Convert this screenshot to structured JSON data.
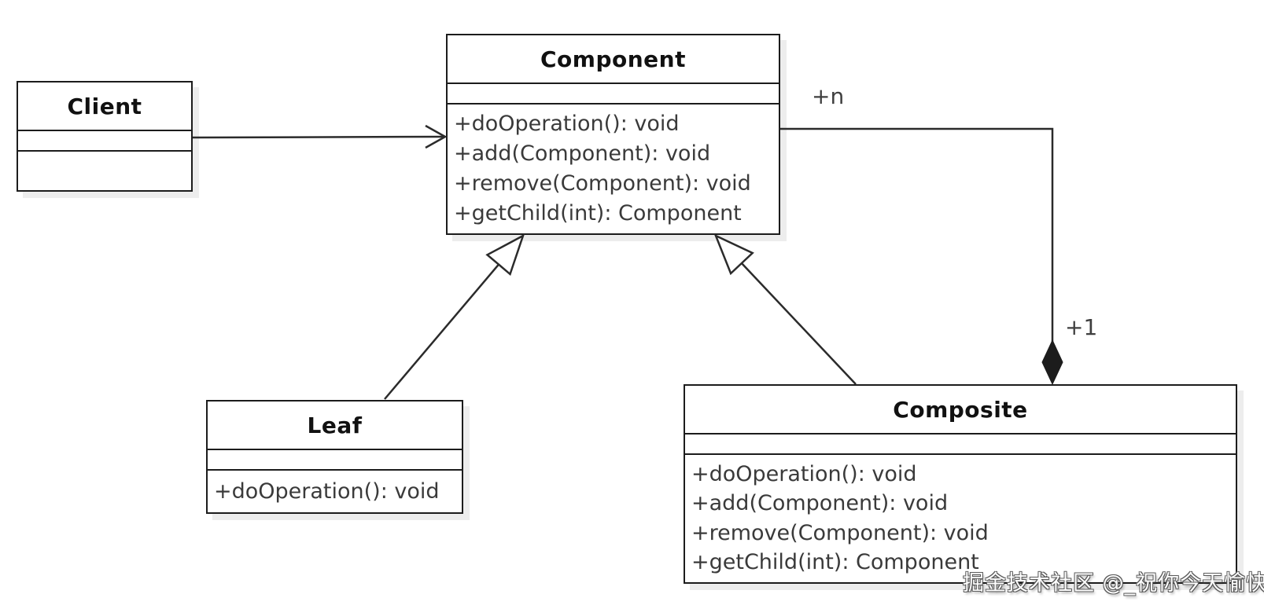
{
  "diagram": {
    "classes": [
      {
        "name": "Client",
        "attributes": [],
        "methods": []
      },
      {
        "name": "Component",
        "attributes": [],
        "methods": [
          "+doOperation(): void",
          "+add(Component): void",
          "+remove(Component): void",
          "+getChild(int): Component"
        ]
      },
      {
        "name": "Leaf",
        "attributes": [],
        "methods": [
          "+doOperation(): void"
        ]
      },
      {
        "name": "Composite",
        "attributes": [],
        "methods": [
          "+doOperation(): void",
          "+add(Component): void",
          "+remove(Component): void",
          "+getChild(int): Component"
        ]
      }
    ],
    "relationships": [
      {
        "type": "association",
        "from": "Client",
        "to": "Component",
        "arrowhead": "open-arrow"
      },
      {
        "type": "generalization",
        "from": "Leaf",
        "to": "Component",
        "arrowhead": "hollow-triangle"
      },
      {
        "type": "generalization",
        "from": "Composite",
        "to": "Component",
        "arrowhead": "hollow-triangle"
      },
      {
        "type": "composition",
        "whole": "Composite",
        "part": "Component",
        "arrowhead": "filled-diamond",
        "part_end_label": "+n",
        "whole_end_label": "+1"
      }
    ],
    "labels": {
      "multiplicity_component_end": "+n",
      "multiplicity_composite_end": "+1"
    },
    "watermark": "掘金技术社区 @_祝你今天愉快",
    "colors": {
      "background": "#ffffff",
      "box_fill": "#ffffff",
      "box_border": "#1c1c1c",
      "connector_line": "#2b2b2b",
      "title_text": "#111111",
      "method_text": "#3a3a3a",
      "watermark_fill": "#ffffff",
      "watermark_outline": "#5a5a5a"
    }
  }
}
